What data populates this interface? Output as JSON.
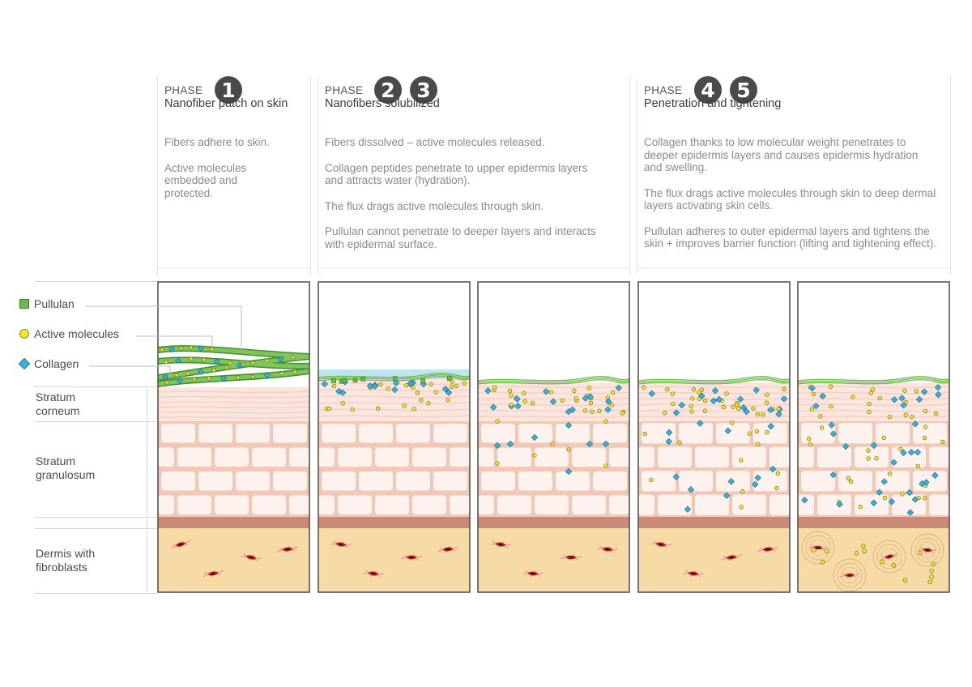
{
  "phases": [
    {
      "word": "PHASE",
      "badges": [
        "1"
      ],
      "title": "Nanofiber patch on skin",
      "description": [
        "Fibers adhere to skin.",
        "Active molecules embedded and protected."
      ]
    },
    {
      "word": "PHASE",
      "badges": [
        "2",
        "3"
      ],
      "title": "Nanofibers solubilized",
      "description": [
        "Fibers dissolved – active molecules released.",
        "Collagen peptides penetrate to upper epidermis layers and attracts water (hydration).",
        "The flux drags active molecules through skin.",
        "Pullulan cannot penetrate to deeper layers and interacts with epidermal surface."
      ]
    },
    {
      "word": "PHASE",
      "badges": [
        "4",
        "5"
      ],
      "title": "Penetration and tightening",
      "description": [
        "Collagen thanks to low molecular weight penetrates to deeper epidermis layers and causes epidermis hydration and swelling.",
        "The flux drags active molecules through skin to deep dermal layers activating skin cells.",
        "Pullulan adheres to outer epidermal layers and tightens the skin + improves barrier function (lifting and tightening effect)."
      ]
    }
  ],
  "legend": [
    {
      "label": "Pullulan",
      "shape": "square",
      "color": "#6cb84a"
    },
    {
      "label": "Active molecules",
      "shape": "circle",
      "color": "#f2e72a"
    },
    {
      "label": "Collagen",
      "shape": "diamond",
      "color": "#3fb0d8"
    }
  ],
  "layers": {
    "stratum_corneum": "Stratum corneum",
    "stratum_granulosum": "Stratum granulosum",
    "dermis": "Dermis with fibroblasts"
  },
  "colors": {
    "corneum": "#fbe6df",
    "granulosum_cell": "#fdf2ee",
    "granulosum_mortar": "#f0c8b6",
    "basal": "#c98a78",
    "dermis": "#f6dba6",
    "fibroblast": "#b8202e",
    "pullulan": "#6cb84a",
    "active": "#f2e72a",
    "collagen": "#3fb0d8",
    "water": "#bfe4ee",
    "badge": "#4a4a4a"
  },
  "panels": [
    {
      "stage": "patch"
    },
    {
      "stage": "dissolved"
    },
    {
      "stage": "flux"
    },
    {
      "stage": "penetration"
    },
    {
      "stage": "activation"
    }
  ]
}
